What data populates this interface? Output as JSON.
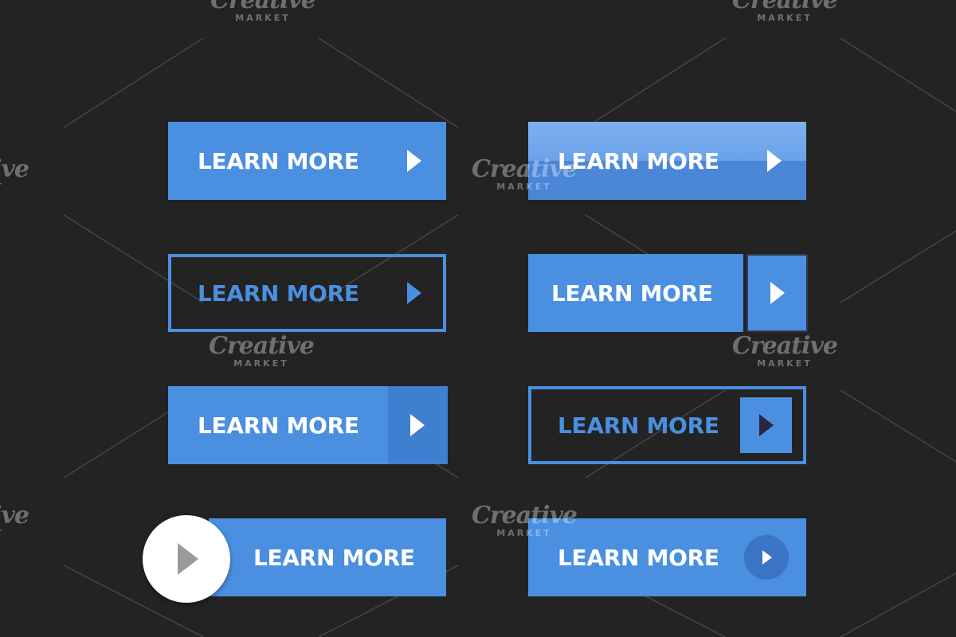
{
  "colors": {
    "background": "#232323",
    "accent": "#4a8fe0",
    "accent_dark": "#3f7fd0",
    "white": "#ffffff"
  },
  "buttons": {
    "b1": {
      "label": "LEARN MORE"
    },
    "b2": {
      "label": "LEARN MORE"
    },
    "b3": {
      "label": "LEARN MORE"
    },
    "b4": {
      "label": "LEARN MORE"
    },
    "b5": {
      "label": "LEARN MORE"
    },
    "b6": {
      "label": "LEARN MORE"
    },
    "b7": {
      "label": "LEARN MORE"
    },
    "b8": {
      "label": "LEARN MORE"
    }
  },
  "icons": {
    "arrow": "play-arrow-icon"
  },
  "watermark": {
    "name": "Creative",
    "sub": "MARKET"
  }
}
